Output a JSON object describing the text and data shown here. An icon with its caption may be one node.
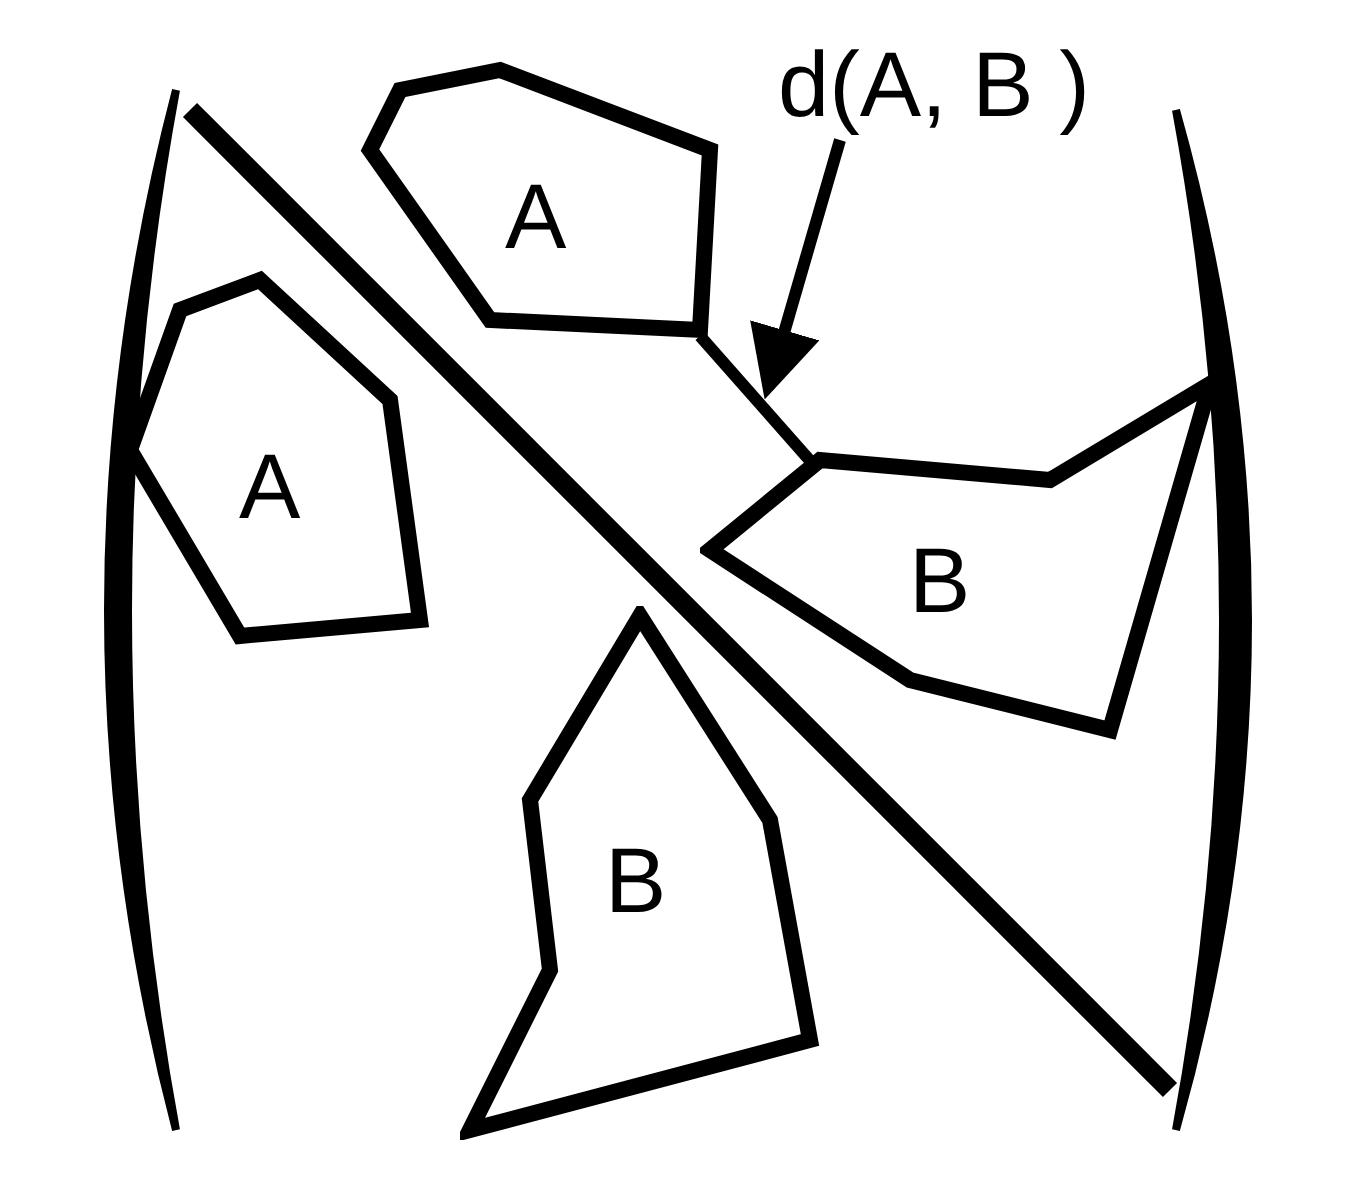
{
  "diagram": {
    "nodes": [
      {
        "text": [
          "d(A, B )"
        ]
      },
      {
        "text": [
          "A"
        ]
      },
      {
        "text": [
          "A"
        ]
      },
      {
        "text": [
          "B"
        ]
      },
      {
        "text": [
          "B"
        ]
      }
    ],
    "edges": [
      {
        "from": 1,
        "to": 3,
        "arrow": "none"
      },
      {
        "from": 0,
        "to": null,
        "arrow": "to"
      }
    ]
  }
}
